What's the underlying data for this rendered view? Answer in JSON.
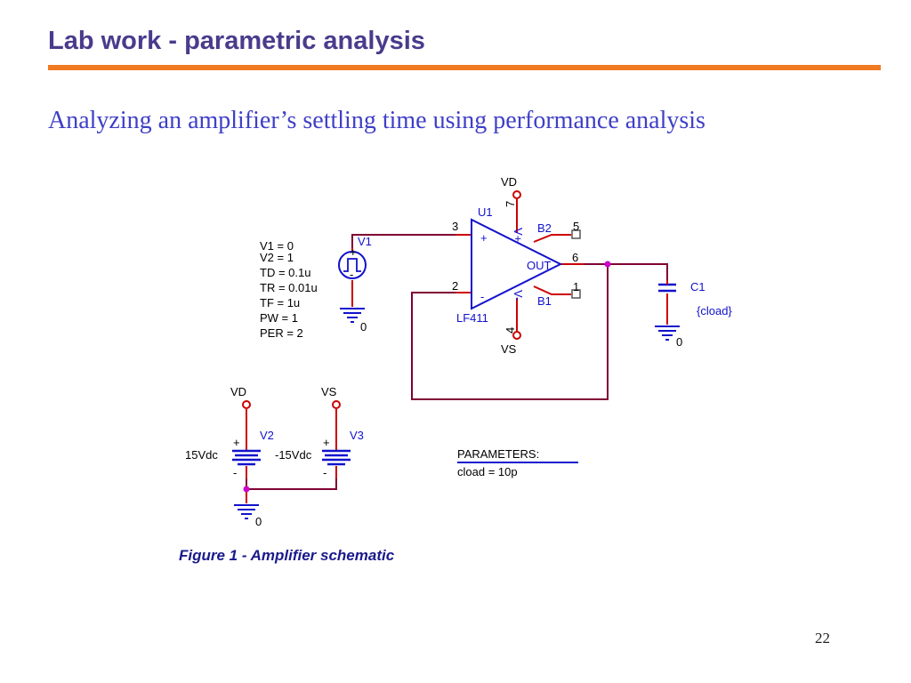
{
  "slide": {
    "title": "Lab work - parametric analysis",
    "subtitle": "Analyzing an amplifier’s settling time using performance analysis",
    "page_number": "22"
  },
  "schematic": {
    "source_v1": {
      "name": "V1",
      "params": [
        "V1 = 0",
        "V2 = 1",
        "TD = 0.1u",
        "TR = 0.01u",
        "TF = 1u",
        "PW = 1",
        "PER = 2"
      ],
      "ground": "0"
    },
    "opamp": {
      "ref": "U1",
      "part": "LF411",
      "pin_plus": "+",
      "pin_minus": "-",
      "pin_noninv_num": "3",
      "pin_inv_num": "2",
      "pin_vplus_num": "7",
      "pin_vminus_num": "4",
      "pin_out_num": "6",
      "pin_b2_num": "5",
      "pin_b1_num": "1",
      "out_label": "OUT",
      "b2_label": "B2",
      "b1_label": "B1",
      "vplus_label": "V+",
      "vminus_label": "V-",
      "supply_top": "VD",
      "supply_bottom": "VS"
    },
    "capacitor": {
      "name": "C1",
      "value": "{cload}",
      "ground": "0"
    },
    "supplies": {
      "v2": {
        "name": "V2",
        "value": "15Vdc",
        "net": "VD",
        "plus": "+",
        "minus": "-"
      },
      "v3": {
        "name": "V3",
        "value": "-15Vdc",
        "net": "VS",
        "plus": "+",
        "minus": "-"
      },
      "ground": "0"
    },
    "parameters": {
      "header": "PARAMETERS:",
      "entry": "cload = 10p"
    },
    "caption": "Figure 1 - Amplifier schematic"
  },
  "colors": {
    "title": "#4a3b8c",
    "rule": "#f07a21",
    "subtitle": "#3f3fc8",
    "wire": "#800033",
    "component": "#1111cc",
    "pin": "#cc0000",
    "junction": "#cc00cc"
  }
}
